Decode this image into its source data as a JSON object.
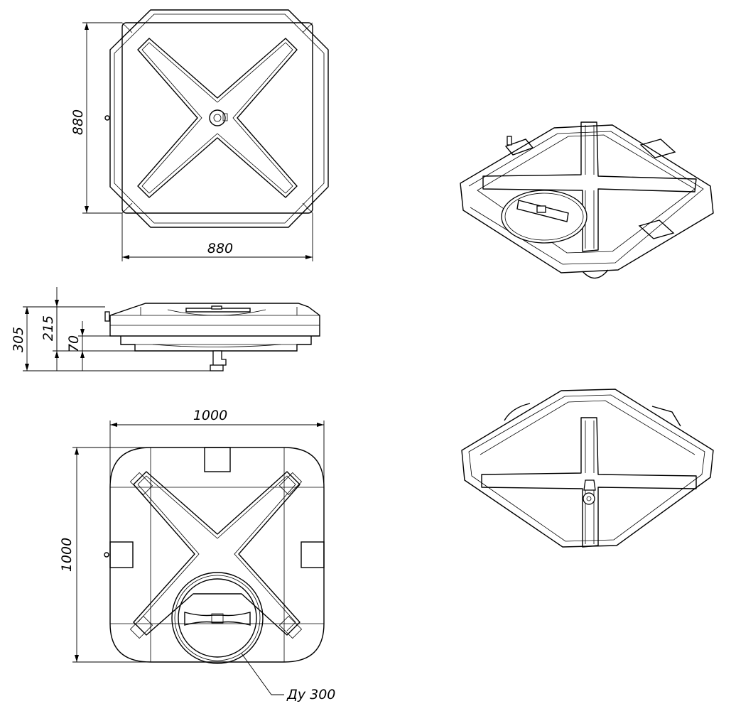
{
  "dimensions": {
    "top_view_height": "880",
    "top_view_width": "880",
    "side_total_height": "305",
    "side_upper_height": "215",
    "side_lower_height": "70",
    "bottom_view_width": "1000",
    "bottom_view_height": "1000"
  },
  "callout": {
    "hatch_label": "Ду 300"
  }
}
